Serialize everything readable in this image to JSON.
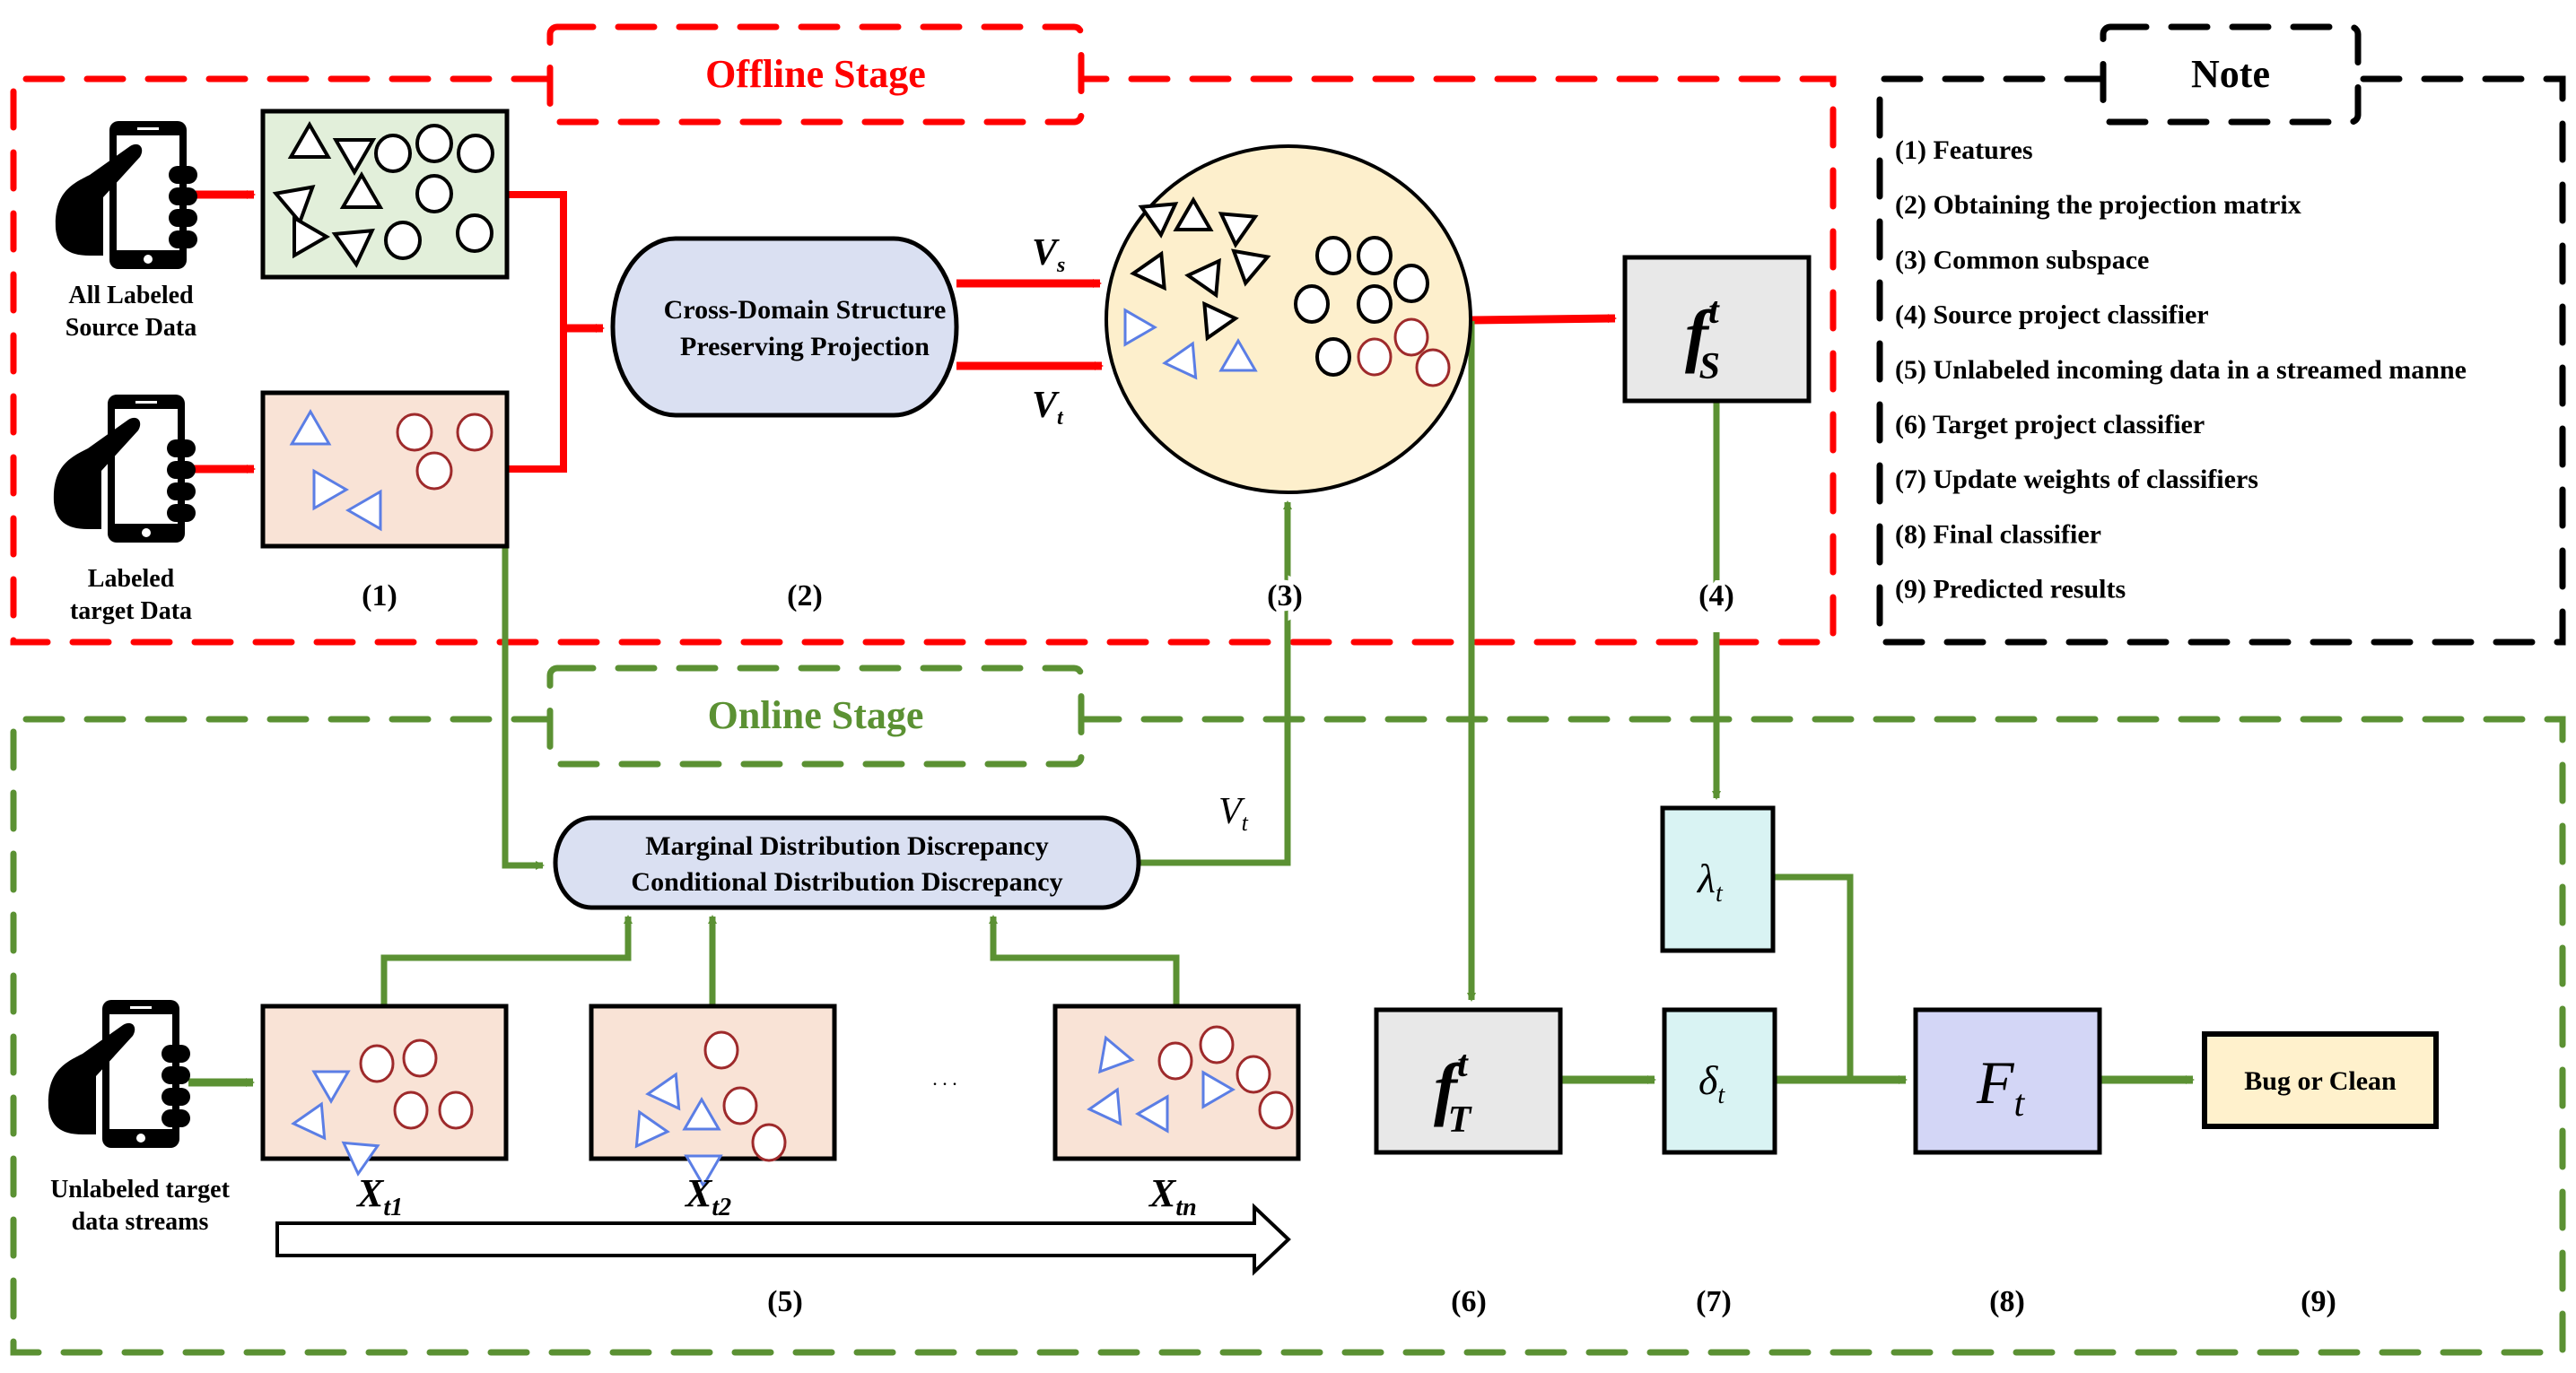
{
  "offline": {
    "title": "Offline Stage",
    "source_label_1": "All Labeled",
    "source_label_2": "Source Data",
    "target_label_1": "Labeled",
    "target_label_2": "target Data",
    "projection_line_1": "Cross-Domain Structure",
    "projection_line_2": "Preserving Projection",
    "vs_main": "V",
    "vs_sub": "s",
    "vt_main": "V",
    "vt_sub": "t",
    "fs_main": "f",
    "fs_sup": "t",
    "fs_sub": "S",
    "step_labels": [
      "(1)",
      "(2)",
      "(3)",
      "(4)"
    ]
  },
  "online": {
    "title": "Online Stage",
    "discrepancy_line_1": "Marginal Distribution Discrepancy",
    "discrepancy_line_2": "Conditional Distribution Discrepancy",
    "vt_main": "V",
    "vt_sub": "t",
    "stream_label_1": "Unlabeled target",
    "stream_label_2": "data streams",
    "x_labels": [
      {
        "main": "X",
        "sub": "t1"
      },
      {
        "main": "X",
        "sub": "t2"
      },
      {
        "main": "X",
        "sub": "tn"
      }
    ],
    "ellipsis": ". . .",
    "ft_main": "f",
    "ft_sup": "t",
    "ft_sub": "T",
    "lambda_main": "λ",
    "lambda_sub": "t",
    "delta_main": "δ",
    "delta_sub": "t",
    "final_main": "F",
    "final_sub": "t",
    "result": "Bug or Clean",
    "step_labels": [
      "(5)",
      "(6)",
      "(7)",
      "(8)",
      "(9)"
    ]
  },
  "note": {
    "title": "Note",
    "items": [
      "(1) Features",
      "(2) Obtaining the projection matrix",
      "(3) Common subspace",
      "(4) Source project  classifier",
      "(5) Unlabeled incoming data in a streamed manne",
      "(6) Target project  classifier",
      "(7) Update weights of classifiers",
      "(8) Final classifier",
      "(9) Predicted results"
    ]
  },
  "colors": {
    "offline": "#ff0000",
    "online": "#5b9133",
    "note": "#000000",
    "source_box": "#e2efda",
    "target_box": "#f9e3d6",
    "projection_box": "#dae0f2",
    "subspace": "#fdefcc",
    "classifier_box": "#e8e8e8",
    "weight_box": "#d9f3f3",
    "final_box": "#d3d6f6",
    "result_box": "#fff1cc",
    "target_triangle": "#5b7ee5",
    "target_circle": "#9e2a2b"
  }
}
